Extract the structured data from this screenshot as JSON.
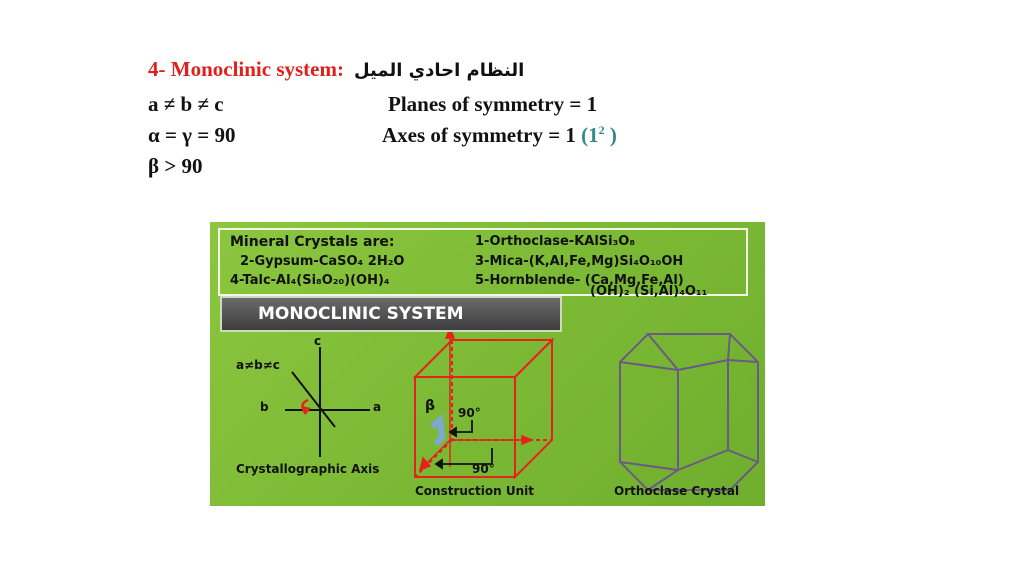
{
  "title": {
    "prefix": "4- Monoclinic system:",
    "arabic": "النظام احادي الميل"
  },
  "left_lines": {
    "abc": "a  ≠ b ≠ c",
    "alpha": "α  = γ  = 90",
    "beta": "β > 90"
  },
  "right_lines": {
    "planes": "Planes of symmetry = 1",
    "axes_main": "Axes of symmetry = 1 ",
    "axes_paren_open": "(1",
    "axes_sup": "2",
    "axes_paren_close": " )"
  },
  "figure": {
    "minerals_title": "Mineral Crystals are:",
    "m1": "1-Orthoclase-KAlSi₃O₈",
    "m2": "2-Gypsum-CaSO₄ 2H₂O",
    "m3": "3-Mica-(K,Al,Fe,Mg)Si₄O₁₀OH",
    "m4": "4-Talc-Al₄(Si₈O₂₀)(OH)₄",
    "m5": "5-Hornblende- (Ca,Mg,Fe,Al)",
    "m5b": "(OH)₂ (Si,Al)₄O₁₁",
    "banner": "MONOCLINIC SYSTEM",
    "axis_cond": "a≠b≠c",
    "axis_c": "c",
    "axis_b": "b",
    "axis_a": "a",
    "axis_caption": "Crystallographic Axis",
    "beta_label": "β",
    "angle_top": "90°",
    "angle_bottom": "90°",
    "unit_caption": "Construction Unit",
    "crystal_caption": "Orthoclase Crystal"
  },
  "colors": {
    "title_red": "#e0201c",
    "teal": "#2f8a8a",
    "figure_green": "#7cba35",
    "cube_red": "#e4231c",
    "crystal_purple": "#6b5a86"
  }
}
